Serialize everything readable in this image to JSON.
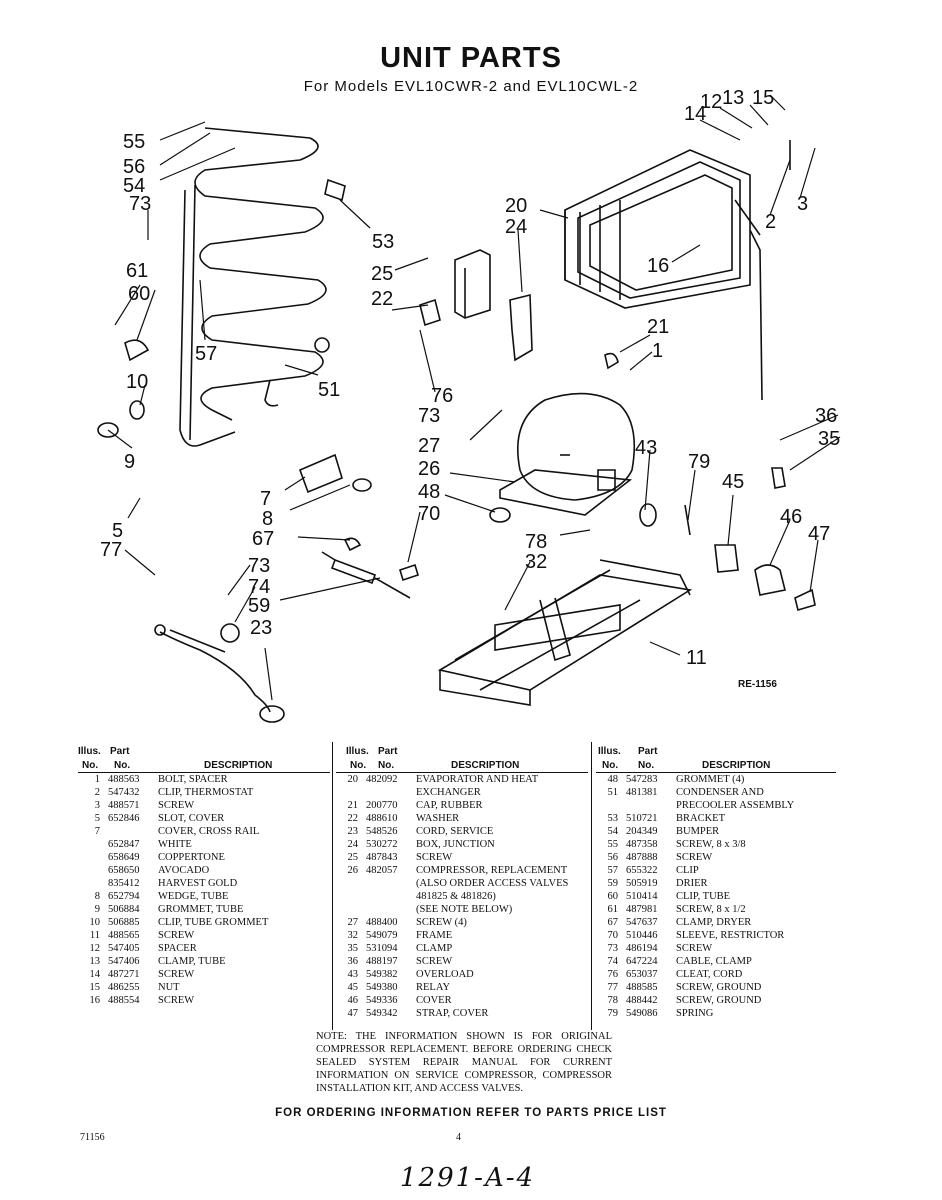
{
  "header": {
    "title": "UNIT PARTS",
    "subtitle": "For Models EVL10CWR-2 and EVL10CWL-2"
  },
  "diagram": {
    "ref_code": "RE-1156",
    "callouts": [
      "55",
      "56",
      "54",
      "73",
      "53",
      "61",
      "60",
      "57",
      "10",
      "9",
      "51",
      "20",
      "24",
      "14",
      "12",
      "13",
      "15",
      "2",
      "3",
      "16",
      "25",
      "22",
      "21",
      "1",
      "76",
      "73",
      "27",
      "26",
      "48",
      "70",
      "36",
      "35",
      "43",
      "79",
      "45",
      "46",
      "47",
      "7",
      "8",
      "67",
      "5",
      "77",
      "73",
      "74",
      "59",
      "23",
      "78",
      "32",
      "11"
    ]
  },
  "table": {
    "headers": {
      "illus": "Illus.",
      "no1": "No.",
      "part": "Part",
      "no2": "No.",
      "desc": "DESCRIPTION"
    },
    "col1": [
      {
        "no": "1",
        "part": "488563",
        "desc": "BOLT, SPACER"
      },
      {
        "no": "2",
        "part": "547432",
        "desc": "CLIP, THERMOSTAT"
      },
      {
        "no": "3",
        "part": "488571",
        "desc": "SCREW"
      },
      {
        "no": "5",
        "part": "652846",
        "desc": "SLOT, COVER"
      },
      {
        "no": "7",
        "part": "",
        "desc": "COVER, CROSS RAIL"
      },
      {
        "no": "",
        "part": "652847",
        "desc": "WHITE"
      },
      {
        "no": "",
        "part": "658649",
        "desc": "COPPERTONE"
      },
      {
        "no": "",
        "part": "658650",
        "desc": "AVOCADO"
      },
      {
        "no": "",
        "part": "835412",
        "desc": "HARVEST GOLD"
      },
      {
        "no": "8",
        "part": "652794",
        "desc": "WEDGE, TUBE"
      },
      {
        "no": "9",
        "part": "506884",
        "desc": "GROMMET, TUBE"
      },
      {
        "no": "10",
        "part": "506885",
        "desc": "CLIP, TUBE GROMMET"
      },
      {
        "no": "11",
        "part": "488565",
        "desc": "SCREW"
      },
      {
        "no": "12",
        "part": "547405",
        "desc": "SPACER"
      },
      {
        "no": "13",
        "part": "547406",
        "desc": "CLAMP, TUBE"
      },
      {
        "no": "14",
        "part": "487271",
        "desc": "SCREW"
      },
      {
        "no": "15",
        "part": "486255",
        "desc": "NUT"
      },
      {
        "no": "16",
        "part": "488554",
        "desc": "SCREW"
      }
    ],
    "col2": [
      {
        "no": "20",
        "part": "482092",
        "desc": "EVAPORATOR AND HEAT"
      },
      {
        "no": "",
        "part": "",
        "desc": "EXCHANGER"
      },
      {
        "no": "21",
        "part": "200770",
        "desc": "CAP, RUBBER"
      },
      {
        "no": "22",
        "part": "488610",
        "desc": "WASHER"
      },
      {
        "no": "23",
        "part": "548526",
        "desc": "CORD, SERVICE"
      },
      {
        "no": "24",
        "part": "530272",
        "desc": "BOX, JUNCTION"
      },
      {
        "no": "25",
        "part": "487843",
        "desc": "SCREW"
      },
      {
        "no": "26",
        "part": "482057",
        "desc": "COMPRESSOR, REPLACEMENT"
      },
      {
        "no": "",
        "part": "",
        "desc": "(ALSO ORDER ACCESS VALVES"
      },
      {
        "no": "",
        "part": "",
        "desc": "481825 & 481826)"
      },
      {
        "no": "",
        "part": "",
        "desc": "(SEE NOTE BELOW)"
      },
      {
        "no": "27",
        "part": "488400",
        "desc": "SCREW (4)"
      },
      {
        "no": "32",
        "part": "549079",
        "desc": "FRAME"
      },
      {
        "no": "35",
        "part": "531094",
        "desc": "CLAMP"
      },
      {
        "no": "36",
        "part": "488197",
        "desc": "SCREW"
      },
      {
        "no": "43",
        "part": "549382",
        "desc": "OVERLOAD"
      },
      {
        "no": "45",
        "part": "549380",
        "desc": "RELAY"
      },
      {
        "no": "46",
        "part": "549336",
        "desc": "COVER"
      },
      {
        "no": "47",
        "part": "549342",
        "desc": "STRAP, COVER"
      }
    ],
    "col3": [
      {
        "no": "48",
        "part": "547283",
        "desc": "GROMMET (4)"
      },
      {
        "no": "51",
        "part": "481381",
        "desc": "CONDENSER AND"
      },
      {
        "no": "",
        "part": "",
        "desc": "PRECOOLER ASSEMBLY"
      },
      {
        "no": "53",
        "part": "510721",
        "desc": "BRACKET"
      },
      {
        "no": "54",
        "part": "204349",
        "desc": "BUMPER"
      },
      {
        "no": "55",
        "part": "487358",
        "desc": "SCREW, 8 x 3/8"
      },
      {
        "no": "56",
        "part": "487888",
        "desc": "SCREW"
      },
      {
        "no": "57",
        "part": "655322",
        "desc": "CLIP"
      },
      {
        "no": "59",
        "part": "505919",
        "desc": "DRIER"
      },
      {
        "no": "60",
        "part": "510414",
        "desc": "CLIP, TUBE"
      },
      {
        "no": "61",
        "part": "487981",
        "desc": "SCREW, 8 x 1/2"
      },
      {
        "no": "67",
        "part": "547637",
        "desc": "CLAMP, DRYER"
      },
      {
        "no": "70",
        "part": "510446",
        "desc": "SLEEVE, RESTRICTOR"
      },
      {
        "no": "73",
        "part": "486194",
        "desc": "SCREW"
      },
      {
        "no": "74",
        "part": "647224",
        "desc": "CABLE, CLAMP"
      },
      {
        "no": "76",
        "part": "653037",
        "desc": "CLEAT, CORD"
      },
      {
        "no": "77",
        "part": "488585",
        "desc": "SCREW, GROUND"
      },
      {
        "no": "78",
        "part": "488442",
        "desc": "SCREW, GROUND"
      },
      {
        "no": "79",
        "part": "549086",
        "desc": "SPRING"
      }
    ]
  },
  "note": "NOTE: THE INFORMATION SHOWN IS FOR ORIGINAL COMPRESSOR REPLACEMENT. BEFORE ORDERING CHECK SEALED SYSTEM REPAIR MANUAL FOR CURRENT INFORMATION ON SERVICE COMPRESSOR, COMPRESSOR INSTALLATION KIT, AND ACCESS VALVES.",
  "footer": {
    "ordering": "FOR ORDERING INFORMATION REFER TO PARTS PRICE LIST",
    "doc_number": "71156",
    "page_number": "4",
    "handwritten": "1291-A-4"
  }
}
